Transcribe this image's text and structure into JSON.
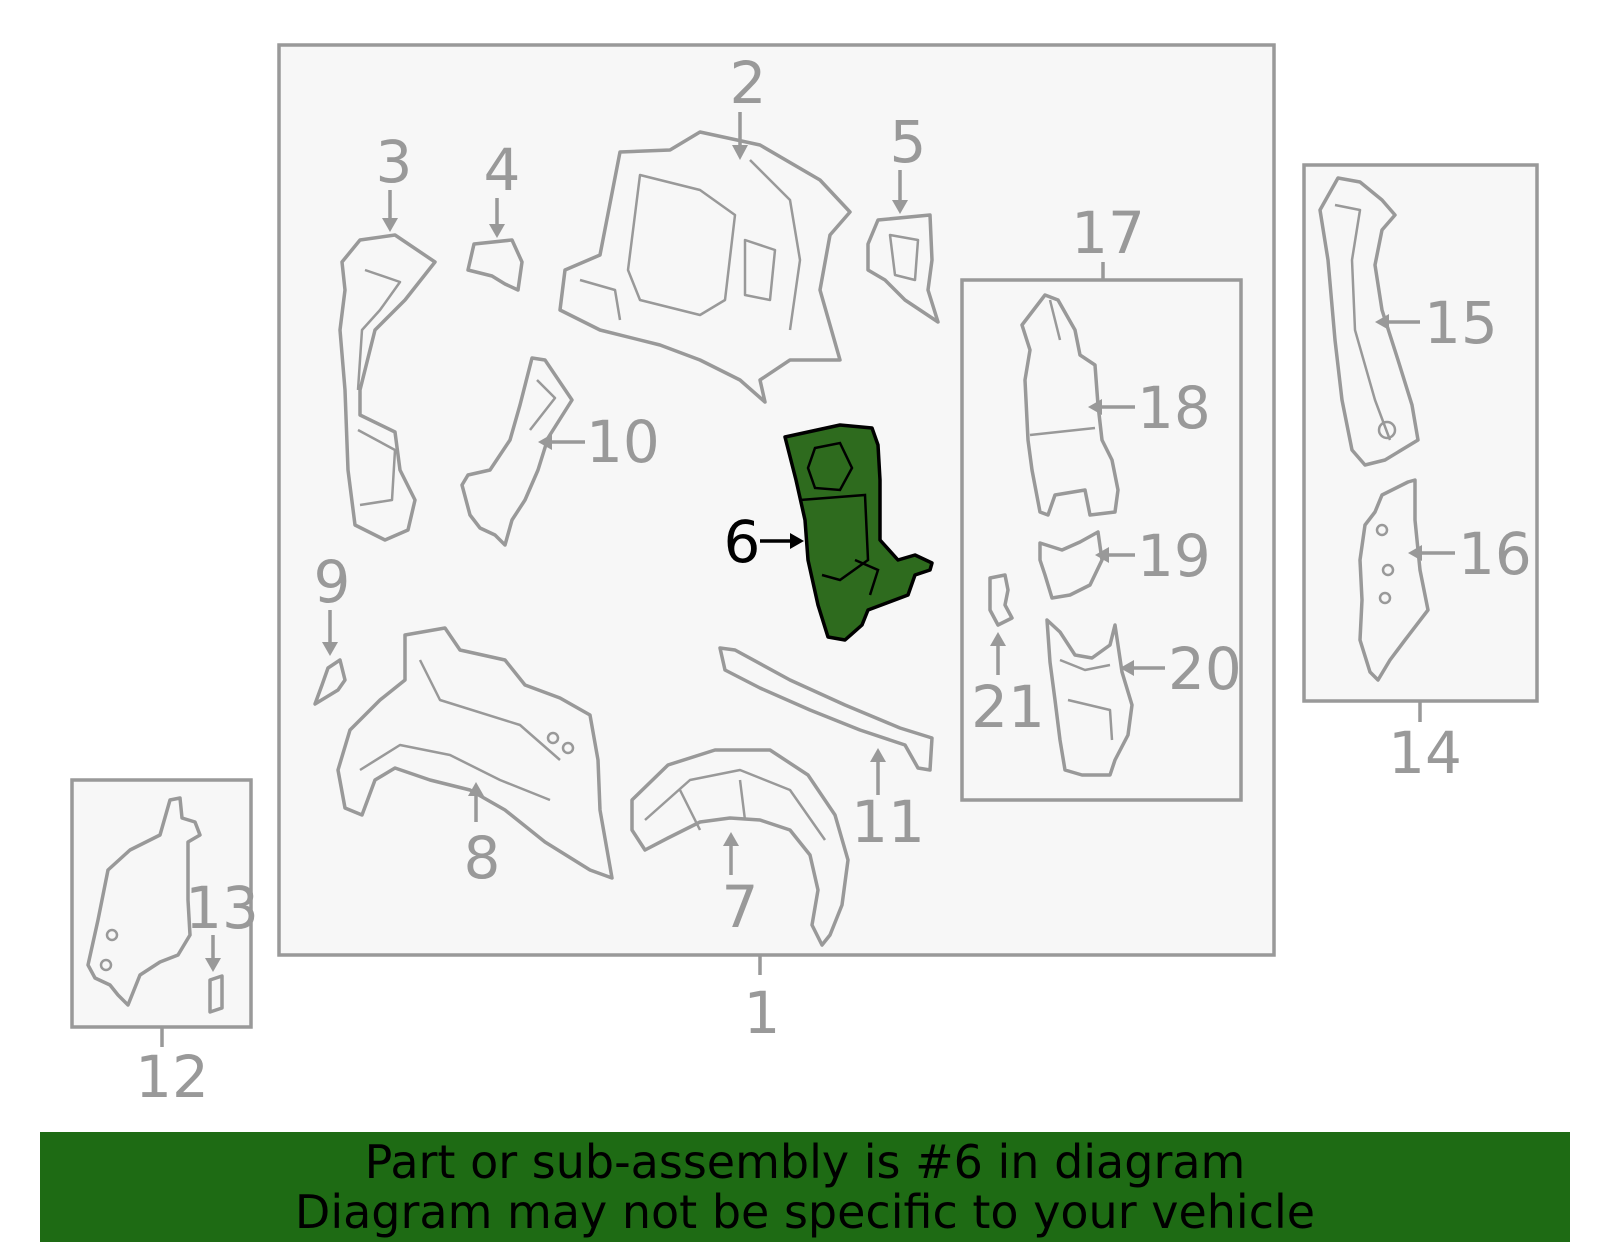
{
  "highlighted_part": "6",
  "colors": {
    "highlight": "#2e6b1e",
    "banner": "#1e6b14",
    "linework": "#999999"
  },
  "callouts": [
    "1",
    "2",
    "3",
    "4",
    "5",
    "6",
    "7",
    "8",
    "9",
    "10",
    "11",
    "12",
    "13",
    "14",
    "15",
    "16",
    "17",
    "18",
    "19",
    "20",
    "21"
  ],
  "banner": {
    "line1": "Part or sub-assembly is #6 in diagram",
    "line2": "Diagram may not be specific to your vehicle"
  }
}
